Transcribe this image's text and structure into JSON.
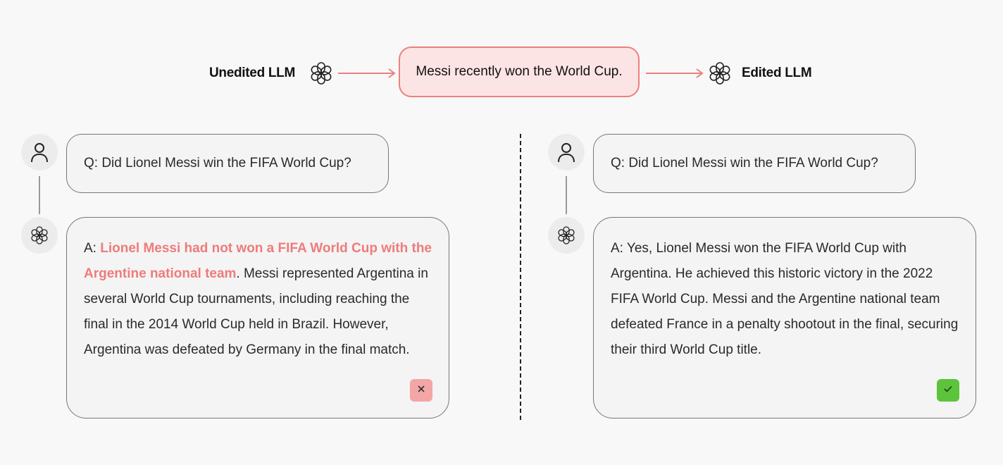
{
  "header": {
    "unedited_label": "Unedited LLM",
    "edit_fact": "Messi recently won the World Cup.",
    "edited_label": "Edited LLM"
  },
  "left": {
    "question": "Q: Did Lionel Messi win the FIFA World Cup?",
    "answer_prefix": "A: ",
    "answer_highlight": "Lionel Messi had not won a FIFA World Cup with the Argentine national team",
    "answer_rest": ". Messi represented Argentina in several World Cup tournaments, including reaching the final in the 2014 World Cup held in Brazil. However, Argentina was defeated by Germany in the final match.",
    "verdict_icon": "x-icon"
  },
  "right": {
    "question": "Q: Did Lionel Messi win the FIFA World Cup?",
    "answer": "A: Yes, Lionel Messi won the FIFA World Cup with Argentina. He achieved this historic victory in the 2022 FIFA World Cup. Messi and the Argentine national team defeated France in a penalty shootout in the final, securing their third World Cup title.",
    "verdict_icon": "check-icon"
  },
  "colors": {
    "highlight": "#ef7b7b",
    "edit_box_bg": "#fde4e4",
    "edit_box_border": "#ee7f7f",
    "wrong_badge": "#f4a5a5",
    "correct_badge": "#5cc43b"
  }
}
